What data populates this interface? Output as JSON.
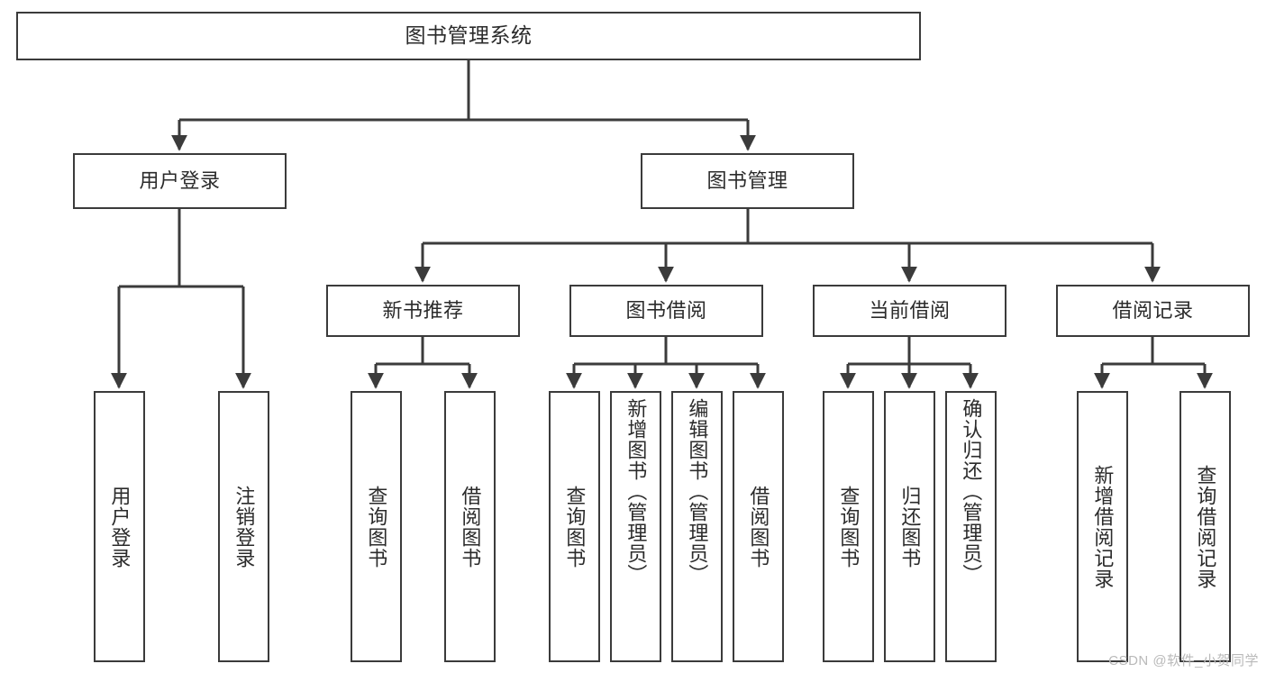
{
  "diagram": {
    "type": "tree",
    "title": "图书管理系统",
    "orientation": "top-down",
    "colors": {
      "node_border": "#3b3b3b",
      "node_fill": "#ffffff",
      "edge": "#3b3b3b",
      "text": "#2b2b2b",
      "watermark": "#b9b9b9",
      "background": "#ffffff"
    },
    "nodes": {
      "root": {
        "label": "图书管理系统"
      },
      "level2": [
        {
          "id": "user-login",
          "label": "用户登录"
        },
        {
          "id": "book-manage",
          "label": "图书管理"
        }
      ],
      "level3": [
        {
          "id": "new-book-recommend",
          "label": "新书推荐"
        },
        {
          "id": "book-borrow",
          "label": "图书借阅"
        },
        {
          "id": "current-borrow",
          "label": "当前借阅"
        },
        {
          "id": "borrow-record",
          "label": "借阅记录"
        }
      ],
      "leaves": {
        "user-login": [
          {
            "id": "leaf-user-login",
            "label": "用户登录"
          },
          {
            "id": "leaf-logout-login",
            "label": "注销登录"
          }
        ],
        "new-book-recommend": [
          {
            "id": "leaf-query-book-1",
            "label": "查询图书"
          },
          {
            "id": "leaf-borrow-book-1",
            "label": "借阅图书"
          }
        ],
        "book-borrow": [
          {
            "id": "leaf-query-book-2",
            "label": "查询图书"
          },
          {
            "id": "leaf-add-book",
            "label": "新增图书（管理员）"
          },
          {
            "id": "leaf-edit-book",
            "label": "编辑图书（管理员）"
          },
          {
            "id": "leaf-borrow-book-2",
            "label": "借阅图书"
          }
        ],
        "current-borrow": [
          {
            "id": "leaf-query-book-3",
            "label": "查询图书"
          },
          {
            "id": "leaf-return-book",
            "label": "归还图书"
          },
          {
            "id": "leaf-confirm-return",
            "label": "确认归还（管理员）"
          }
        ],
        "borrow-record": [
          {
            "id": "leaf-add-record",
            "label": "新增借阅记录"
          },
          {
            "id": "leaf-query-record",
            "label": "查询借阅记录"
          }
        ]
      }
    }
  },
  "watermark": {
    "text": "CSDN @软件_小贺同学"
  }
}
